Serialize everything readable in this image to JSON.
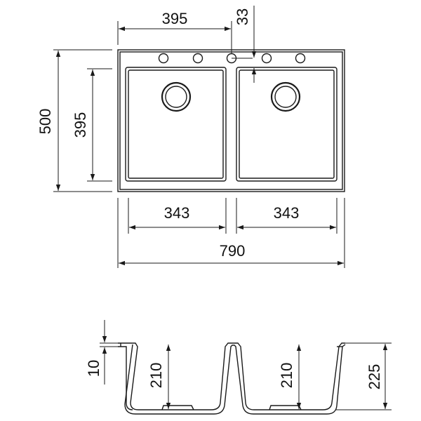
{
  "top_view": {
    "overall_width": "790",
    "overall_depth": "500",
    "bowl_depth": "395",
    "half_width": "395",
    "tap_hole_offset": "33",
    "left_bowl_width": "343",
    "right_bowl_width": "343"
  },
  "section_view": {
    "rim_thickness": "10",
    "left_bowl_depth": "210",
    "right_bowl_depth": "210",
    "total_height": "225"
  }
}
